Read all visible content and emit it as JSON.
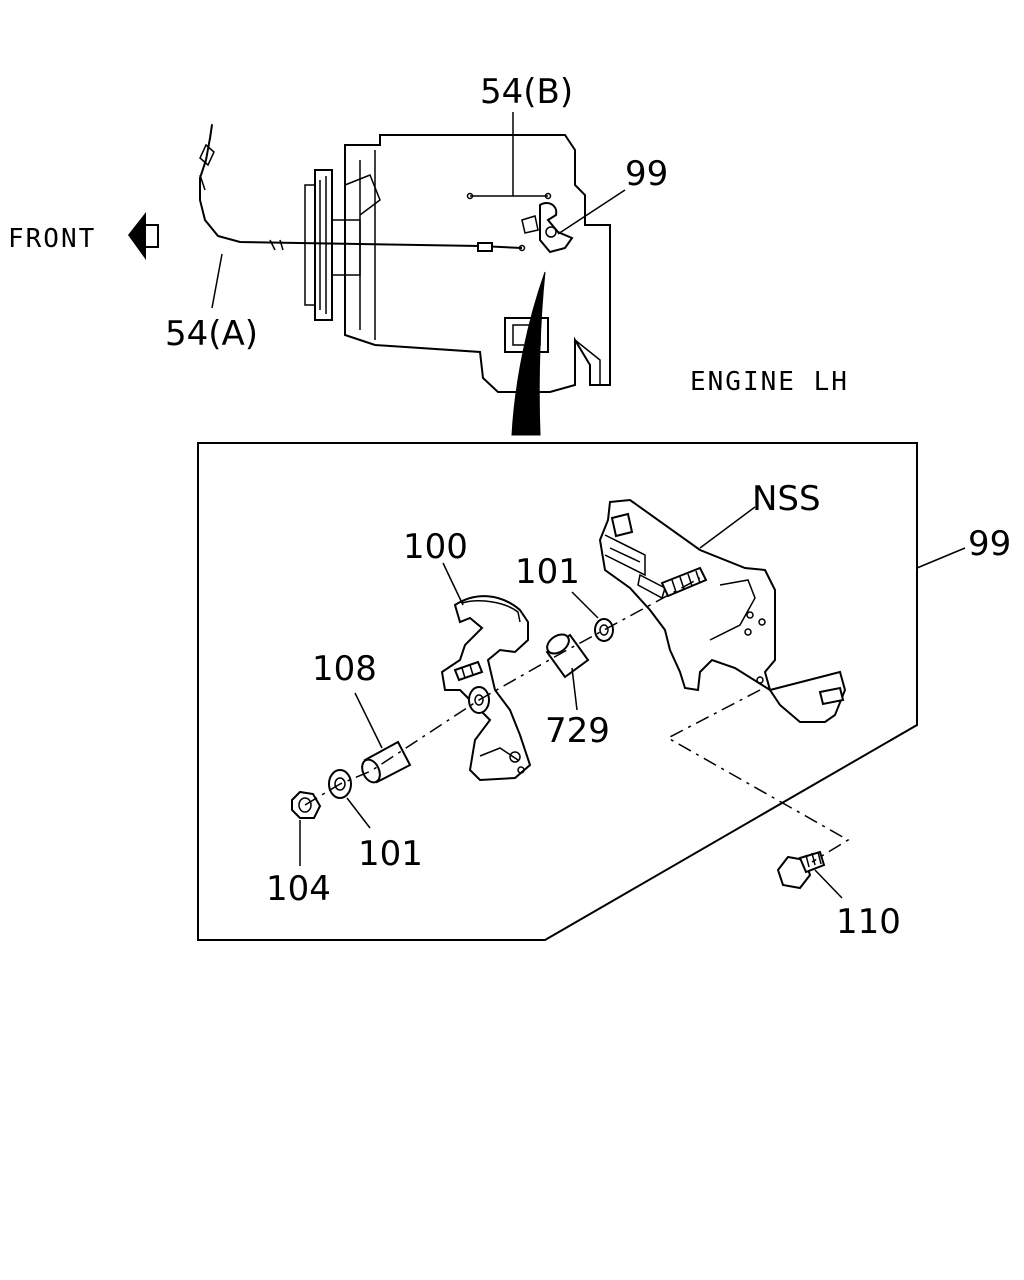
{
  "labels": {
    "front": "FRONT",
    "engine_side": "ENGINE LH",
    "cable_a": "54(A)",
    "cable_b": "54(B)",
    "assembly_top": "99",
    "assembly_frame": "99",
    "bracket": "NSS",
    "lever": "100",
    "washer_upper": "101",
    "washer_lower": "101",
    "sleeve_long": "108",
    "sleeve_short": "729",
    "nut": "104",
    "bolt": "110"
  },
  "icons": {
    "front_arrow": "left-arrow-icon"
  },
  "colors": {
    "line": "#000000",
    "background": "#ffffff"
  }
}
